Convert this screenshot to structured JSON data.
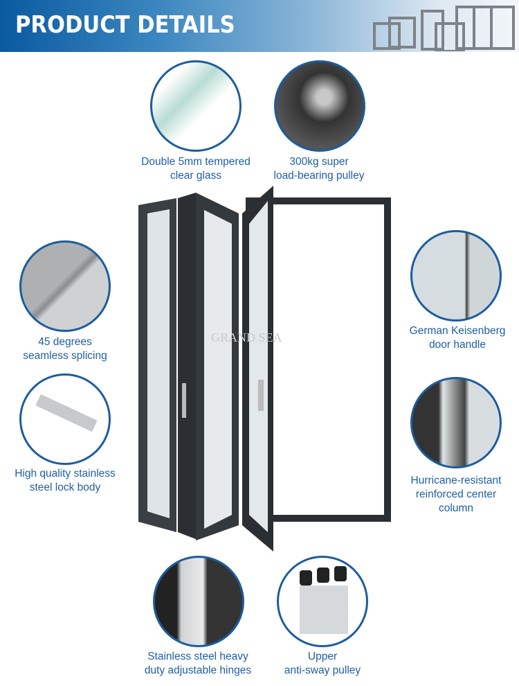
{
  "header": {
    "title": "PRODUCT DETAILS"
  },
  "features": [
    {
      "label1": "Double 5mm  tempered",
      "label2": "clear glass",
      "icon": "glass-detail-photo"
    },
    {
      "label1": "300kg super",
      "label2": "load-bearing pulley",
      "icon": "pulley-detail-photo"
    },
    {
      "label1": "45 degrees",
      "label2": "seamless splicing",
      "icon": "corner-detail-photo"
    },
    {
      "label1": "German Keisenberg",
      "label2": "door handle",
      "icon": "handle-detail-photo"
    },
    {
      "label1": "High quality stainless",
      "label2": "steel lock body",
      "icon": "lock-detail-photo"
    },
    {
      "label1": "Hurricane-resistant",
      "label2": "reinforced center",
      "label3": "column",
      "icon": "column-detail-photo"
    },
    {
      "label1": "Stainless steel heavy",
      "label2": "duty adjustable hinges",
      "icon": "hinge-detail-photo"
    },
    {
      "label1": "Upper",
      "label2": "anti-sway pulley",
      "icon": "anti-sway-detail-photo"
    }
  ],
  "watermark": "GRAND SEA",
  "colors": {
    "accent": "#1c5c9f",
    "text": "#1f5ea5",
    "frame": "#2b2f33"
  }
}
